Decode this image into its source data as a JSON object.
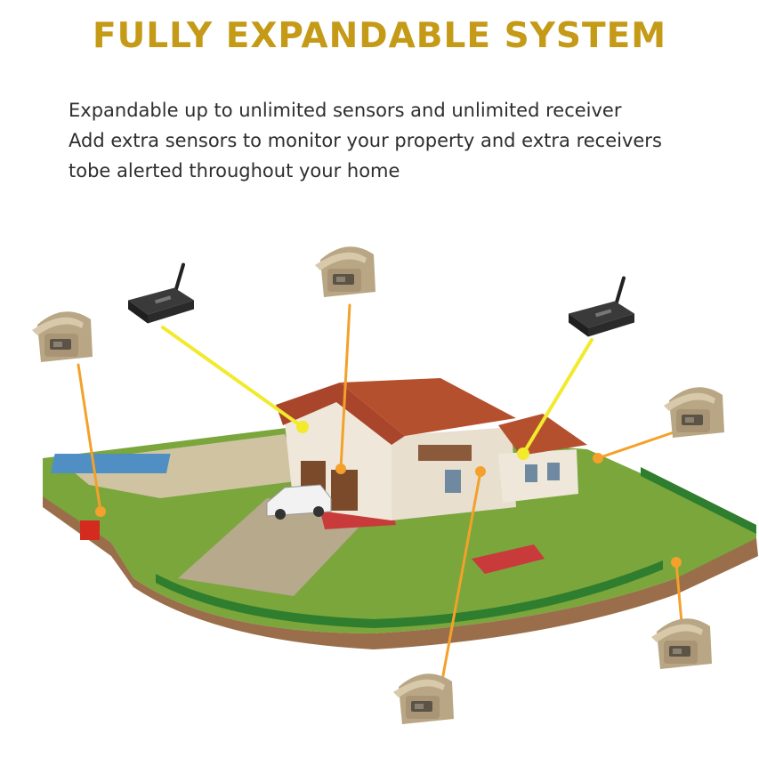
{
  "headline": "FULLY EXPANDABLE SYSTEM",
  "description_lines": [
    "Expandable up to unlimited sensors and unlimited receiver",
    "Add extra sensors to monitor your property and extra receivers",
    "tobe alerted throughout your home"
  ],
  "colors": {
    "headline": "#c49a17",
    "text": "#2e2e2e",
    "sensor_line": "#f3a12a",
    "receiver_line": "#f2ea2c",
    "sensor_body": "#c8b99a",
    "receiver_body": "#2b2b2b",
    "lawn": "#7da63e",
    "wall": "#9a6e4a",
    "roof": "#b5502e"
  },
  "icons": {
    "sensor": "motion-sensor-icon",
    "receiver": "wireless-receiver-icon"
  }
}
